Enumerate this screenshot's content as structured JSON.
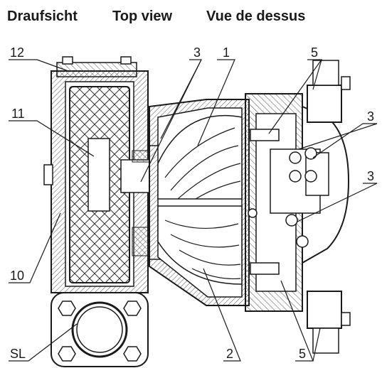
{
  "titles": {
    "de": "Draufsicht",
    "en": "Top view",
    "fr": "Vue de dessus"
  },
  "callouts": {
    "c12": "12",
    "c3_top": "3",
    "c1": "1",
    "c5_top": "5",
    "c11": "11",
    "c3_right_a": "3",
    "c3_right_b": "3",
    "c10": "10",
    "c_sl": "SL",
    "c2": "2",
    "c5_bottom": "5"
  },
  "colors": {
    "line": "#1a1a1a",
    "background": "#ffffff",
    "hatch": "#555555"
  }
}
